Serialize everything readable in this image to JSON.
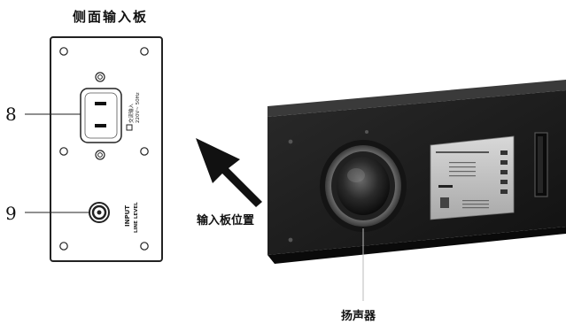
{
  "title": "侧面输入板",
  "callouts": {
    "power_inlet": "8",
    "line_input": "9"
  },
  "panel": {
    "inlet_label": "交流输入",
    "inlet_rating": "220V~ 50Hz",
    "input_label": "INPUT",
    "input_sublabel": "LINE LEVEL"
  },
  "input_board_position_label": "输入板位置",
  "speaker_label": "扬声器",
  "colors": {
    "ink": "#111111",
    "chassis": "#1b1b1b",
    "panel_line": "#222222"
  }
}
